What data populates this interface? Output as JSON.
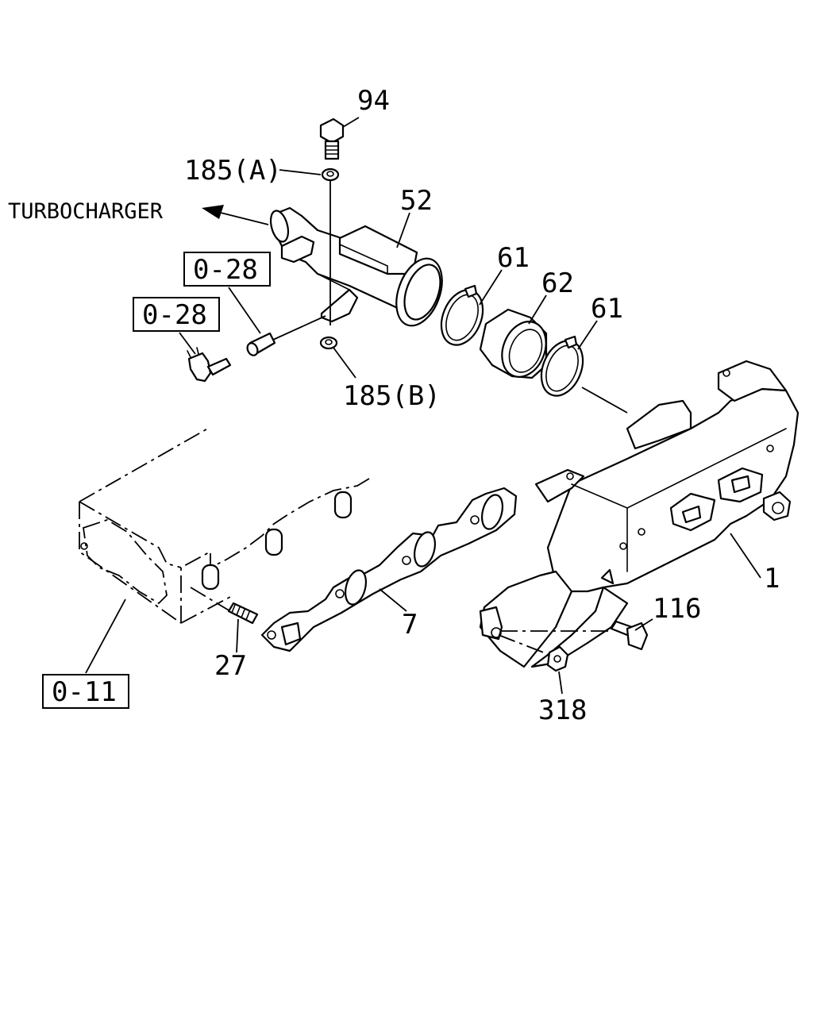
{
  "callouts": {
    "p94": "94",
    "p185a": "185(A)",
    "p185b": "185(B)",
    "p52": "52",
    "p61a": "61",
    "p62": "62",
    "p61b": "61",
    "p1": "1",
    "p116": "116",
    "p318": "318",
    "p7": "7",
    "p27": "27"
  },
  "references": {
    "ref028a": "0-28",
    "ref028b": "0-28",
    "ref011": "0-11"
  },
  "direction": {
    "turbocharger": "TURBOCHARGER"
  }
}
